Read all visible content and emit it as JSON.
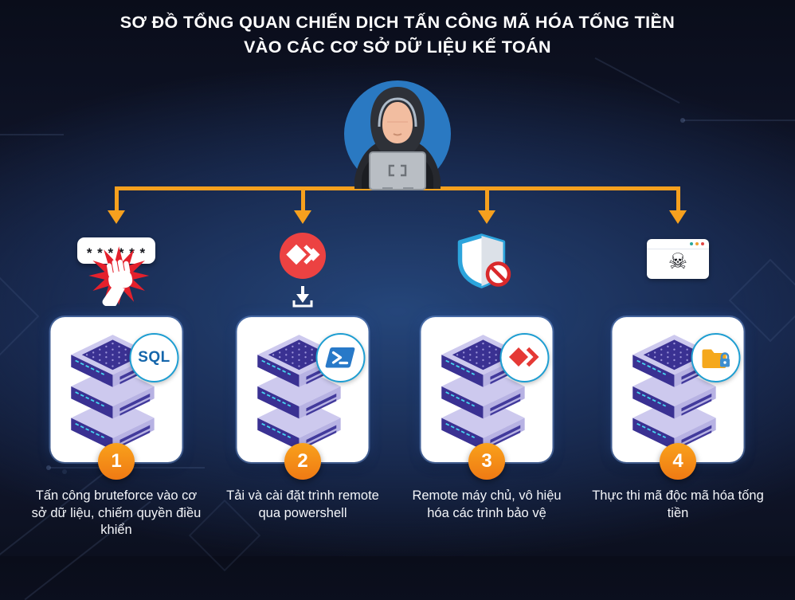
{
  "title": {
    "line1": "SƠ ĐỒ TỔNG QUAN CHIẾN DỊCH TẤN CÔNG MÃ HÓA TỐNG TIỀN",
    "line2": "VÀO CÁC CƠ SỞ DỮ LIỆU KẾ TOÁN"
  },
  "attacker": {
    "icon": "hooded-hacker-with-laptop"
  },
  "steps": [
    {
      "number": "1",
      "icon": "bruteforce-password-punch-icon",
      "password_mask": "* * * * * *",
      "badge": "sql-label",
      "badge_text": "SQL",
      "caption": "Tấn công bruteforce vào cơ sở dữ liệu, chiếm quyền điều khiển"
    },
    {
      "number": "2",
      "icon": "anydesk-download-icon",
      "badge": "powershell-icon",
      "caption": "Tải và cài đặt trình remote qua powershell"
    },
    {
      "number": "3",
      "icon": "shield-disabled-icon",
      "badge": "anydesk-icon",
      "caption": "Remote máy chủ, vô hiệu hóa các trình bảo vệ"
    },
    {
      "number": "4",
      "icon": "malware-browser-window-icon",
      "skull_glyph": "☠",
      "badge": "encrypted-folder-icon",
      "caption": "Thực thi mã độc mã hóa tống tiền"
    }
  ],
  "colors": {
    "background_navy": "#10162C",
    "connector_orange": "#F6A01E",
    "number_badge_orange": "#F58220",
    "anydesk_red": "#EC4242",
    "shield_blue": "#2CA4DC",
    "sql_blue": "#1566AB",
    "database_indigo": "#3A3192",
    "database_lavender": "#CDC9EE",
    "folder_yellow": "#F5A81C",
    "card_white": "#FFFFFF"
  }
}
